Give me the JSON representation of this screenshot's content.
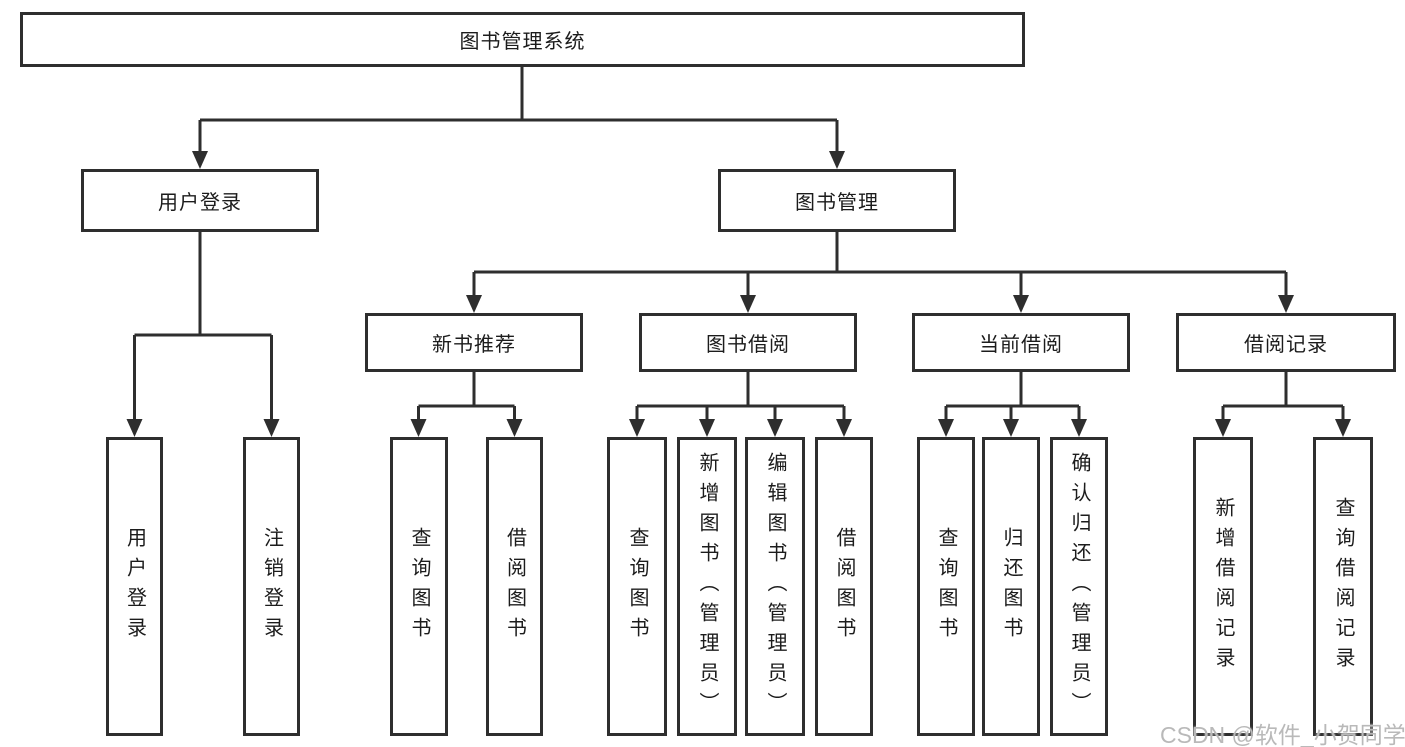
{
  "diagram": {
    "title": "图书管理系统",
    "level2": [
      "用户登录",
      "图书管理"
    ],
    "level3": [
      "新书推荐",
      "图书借阅",
      "当前借阅",
      "借阅记录"
    ],
    "leaves": {
      "user_login": [
        "用户登录",
        "注销登录"
      ],
      "new_book": [
        "查询图书",
        "借阅图书"
      ],
      "book_borrow": [
        "查询图书",
        "新增图书（管理员）",
        "编辑图书（管理员）",
        "借阅图书"
      ],
      "current_borrow": [
        "查询图书",
        "归还图书",
        "确认归还（管理员）"
      ],
      "borrow_records": [
        "新增借阅记录",
        "查询借阅记录"
      ]
    },
    "watermark": "CSDN @软件_小贺同学"
  },
  "colors": {
    "line": "#2e2e2e",
    "box_border": "#2e2e2e",
    "text": "#1c1c1c",
    "watermark": "#b9b9b9",
    "background": "#ffffff"
  }
}
